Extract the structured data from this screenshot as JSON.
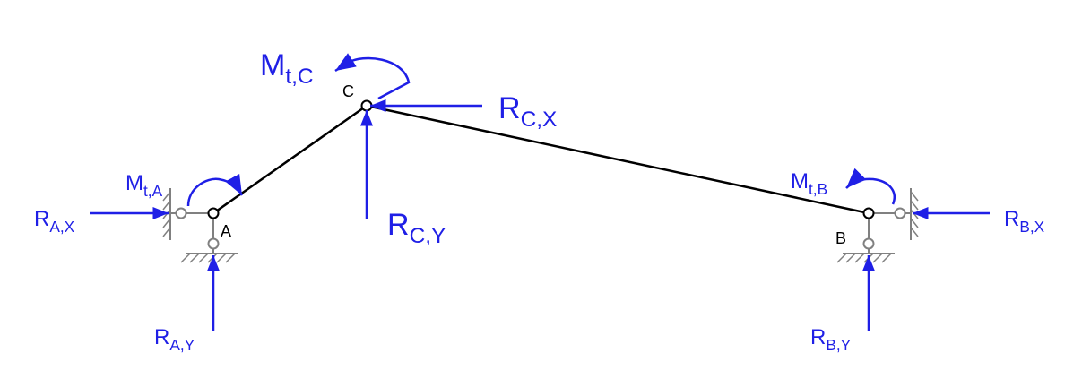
{
  "colors": {
    "force": "#1f1fe6",
    "structure": "#000000",
    "support": "#808080"
  },
  "nodes": {
    "A": "A",
    "B": "B",
    "C": "C"
  },
  "labels": {
    "mtc": {
      "main": "M",
      "sub": "t,C"
    },
    "rcx": {
      "main": "R",
      "sub": "C,X"
    },
    "rcy": {
      "main": "R",
      "sub": "C,Y"
    },
    "mta": {
      "main": "M",
      "sub": "t,A"
    },
    "rax": {
      "main": "R",
      "sub": "A,X"
    },
    "ray": {
      "main": "R",
      "sub": "A,Y"
    },
    "mtb": {
      "main": "M",
      "sub": "t,B"
    },
    "rbx": {
      "main": "R",
      "sub": "B,X"
    },
    "rby": {
      "main": "R",
      "sub": "B,Y"
    }
  }
}
